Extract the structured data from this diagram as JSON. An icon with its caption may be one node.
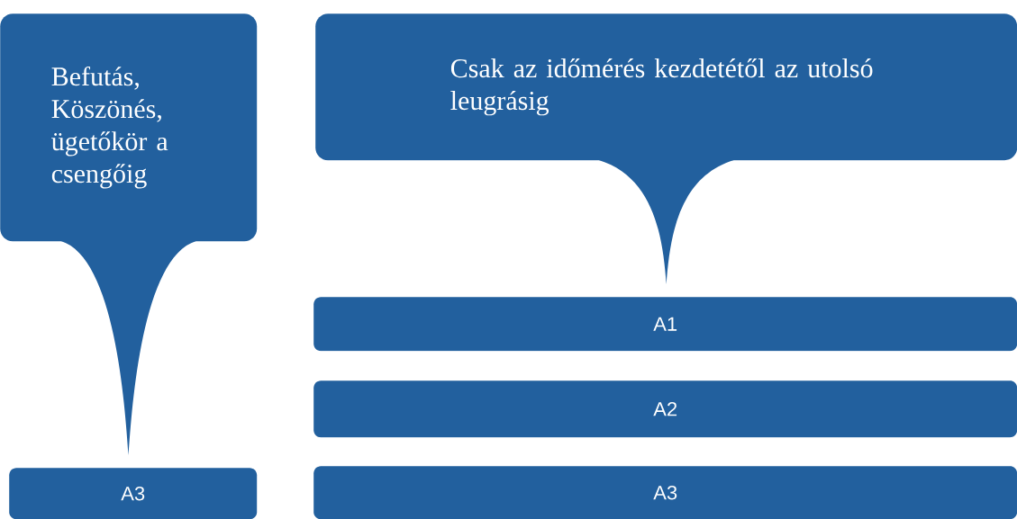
{
  "diagram": {
    "nodes": [
      {
        "text": [
          "Befutás, Köszönés, ügetőkör a csengőig"
        ]
      },
      {
        "text": [
          "Csak az időmérés kezdetétől az utolsó leugrásig"
        ]
      },
      {
        "text": [
          "A1"
        ]
      },
      {
        "text": [
          "A2"
        ]
      },
      {
        "text": [
          "A3"
        ]
      },
      {
        "text": [
          "A3"
        ]
      }
    ],
    "edges": [
      {
        "from": 0,
        "to": 5,
        "arrow": "none"
      },
      {
        "from": 1,
        "to": 2,
        "arrow": "none"
      }
    ]
  }
}
